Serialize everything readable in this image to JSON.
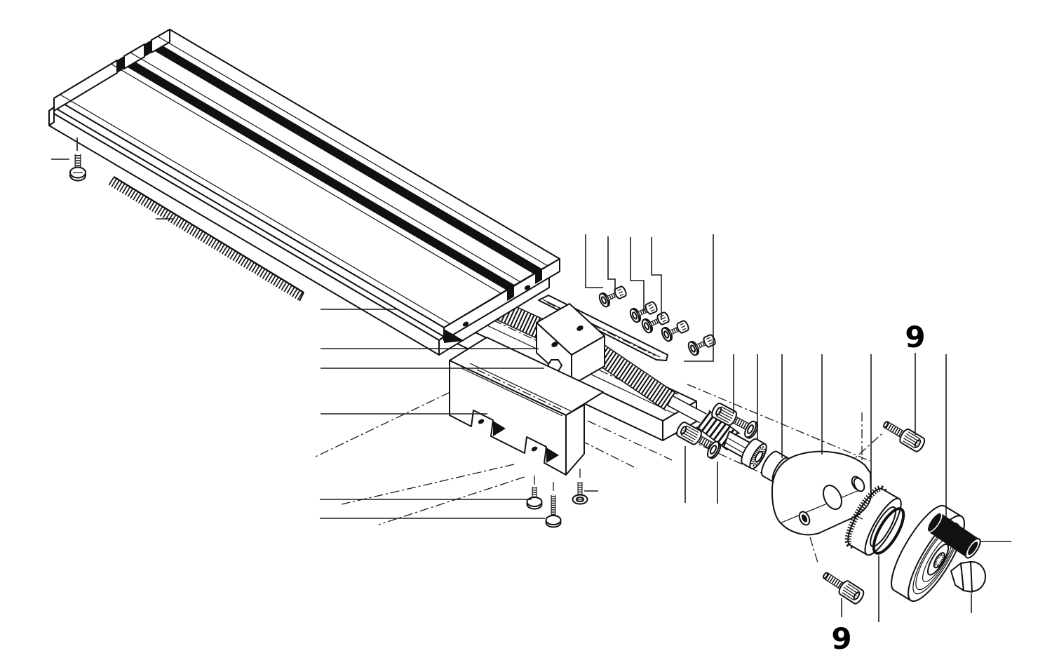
{
  "figure": {
    "type": "exploded-assembly-diagram",
    "subject": "cross-slide-table-with-leadscrew-and-handwheel",
    "background_color": "#ffffff",
    "line_color": "#111111",
    "handle_fill_color": "#111111"
  },
  "callouts": {
    "screw_top": {
      "label": "9"
    },
    "screw_bottom": {
      "label": "9"
    }
  },
  "parts": [
    {
      "name": "t-slot-table"
    },
    {
      "name": "table-fixing-screw"
    },
    {
      "name": "scale-ruler"
    },
    {
      "name": "saddle-block"
    },
    {
      "name": "gib-strip"
    },
    {
      "name": "gib-screws"
    },
    {
      "name": "lead-screw"
    },
    {
      "name": "lead-screw-nut-block"
    },
    {
      "name": "nut-lock-screw"
    },
    {
      "name": "base-block"
    },
    {
      "name": "base-mounting-screws"
    },
    {
      "name": "thrust-screws-and-washers"
    },
    {
      "name": "spring"
    },
    {
      "name": "hex-coupler"
    },
    {
      "name": "ball-bearing"
    },
    {
      "name": "spacer-bushing"
    },
    {
      "name": "bearing-bracket"
    },
    {
      "name": "socket-screw-9-top"
    },
    {
      "name": "socket-screw-9-bottom"
    },
    {
      "name": "knurled-dial"
    },
    {
      "name": "o-ring"
    },
    {
      "name": "handwheel"
    },
    {
      "name": "handwheel-grip"
    },
    {
      "name": "dome-cap-nut"
    }
  ]
}
